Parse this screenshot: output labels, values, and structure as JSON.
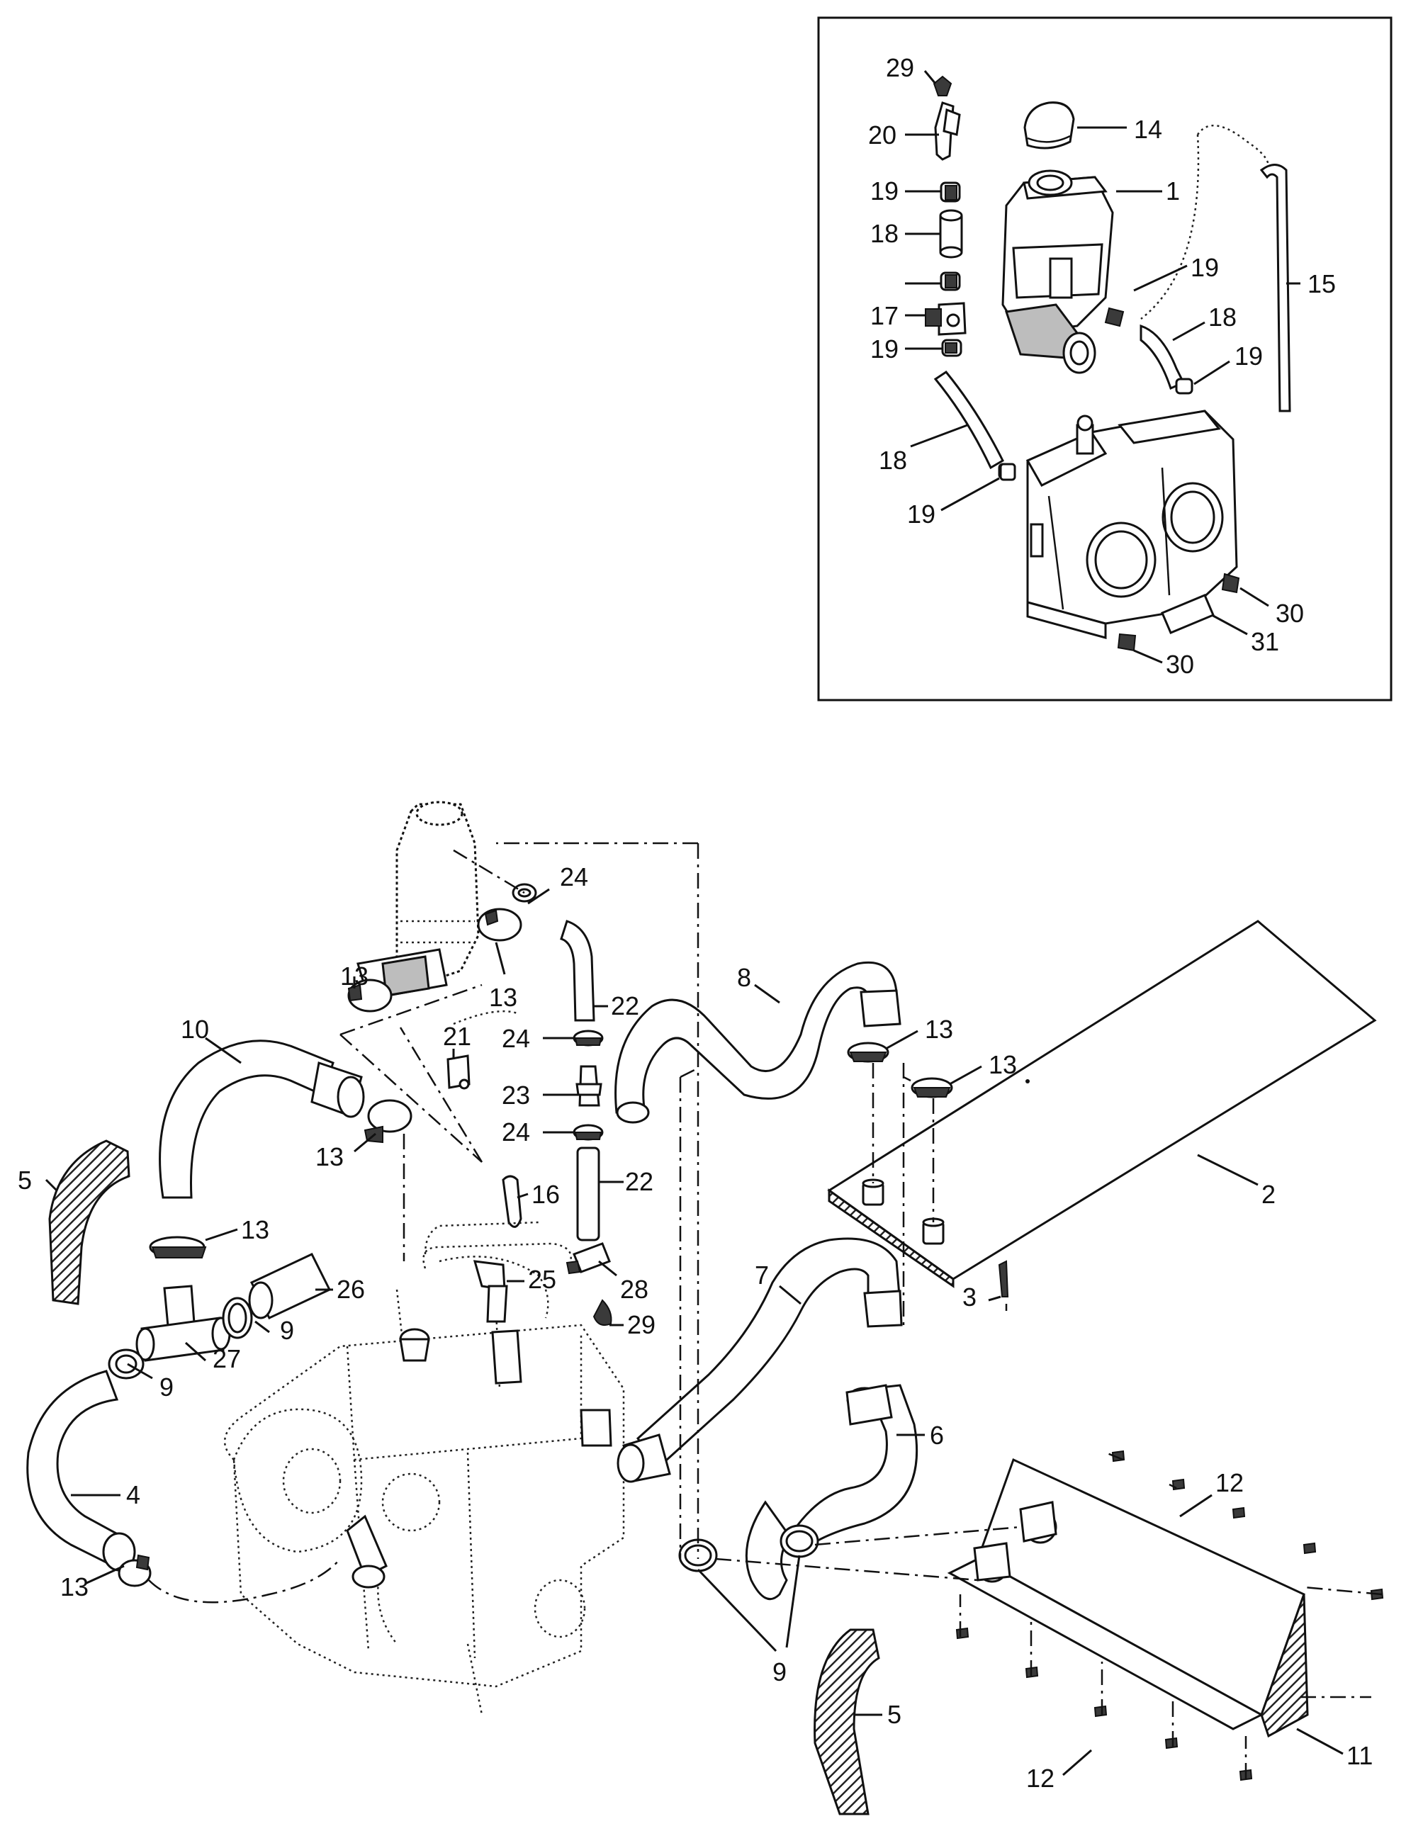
{
  "callouts": {
    "inset": [
      "29",
      "20",
      "14",
      "19",
      "1",
      "18",
      "19",
      "15",
      "17",
      "19",
      "18",
      "19",
      "18",
      "19",
      "30",
      "31",
      "30"
    ],
    "main": [
      "24",
      "22",
      "8",
      "13",
      "13",
      "13",
      "13",
      "21",
      "10",
      "24",
      "23",
      "13",
      "24",
      "22",
      "16",
      "2",
      "5",
      "13",
      "25",
      "28",
      "26",
      "9",
      "27",
      "7",
      "29",
      "3",
      "9",
      "4",
      "6",
      "12",
      "13",
      "9",
      "5",
      "11",
      "12"
    ]
  }
}
